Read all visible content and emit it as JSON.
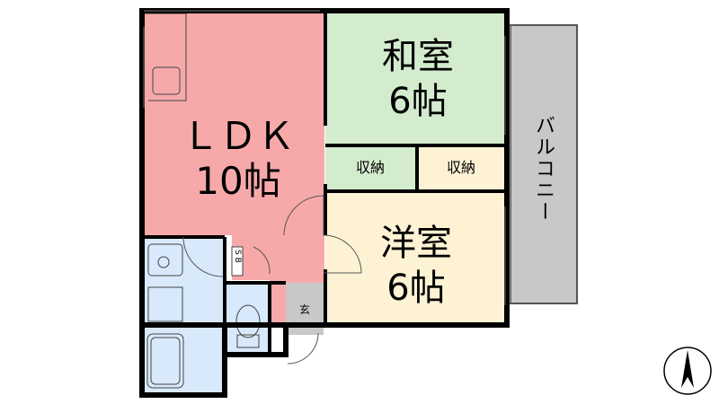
{
  "colors": {
    "ldk": "#f7a9aa",
    "washitsu": "#d4ecce",
    "youshitsu": "#fdf2d4",
    "bath": "#d7e9fa",
    "storage": "#d4ecce",
    "storage2": "#fdf2d4",
    "balcony": "#c8c8c8",
    "wall": "#000000"
  },
  "rooms": {
    "ldk": {
      "name": "ＬＤＫ",
      "size": "10帖"
    },
    "washitsu": {
      "name": "和室",
      "size": "6帖"
    },
    "youshitsu": {
      "name": "洋室",
      "size": "6帖"
    },
    "storage_left": "収納",
    "storage_right": "収納",
    "balcony": "バルコニー",
    "genkan": "玄",
    "shoebox": "S B"
  },
  "compass": {
    "icon": "north-arrow-icon"
  }
}
